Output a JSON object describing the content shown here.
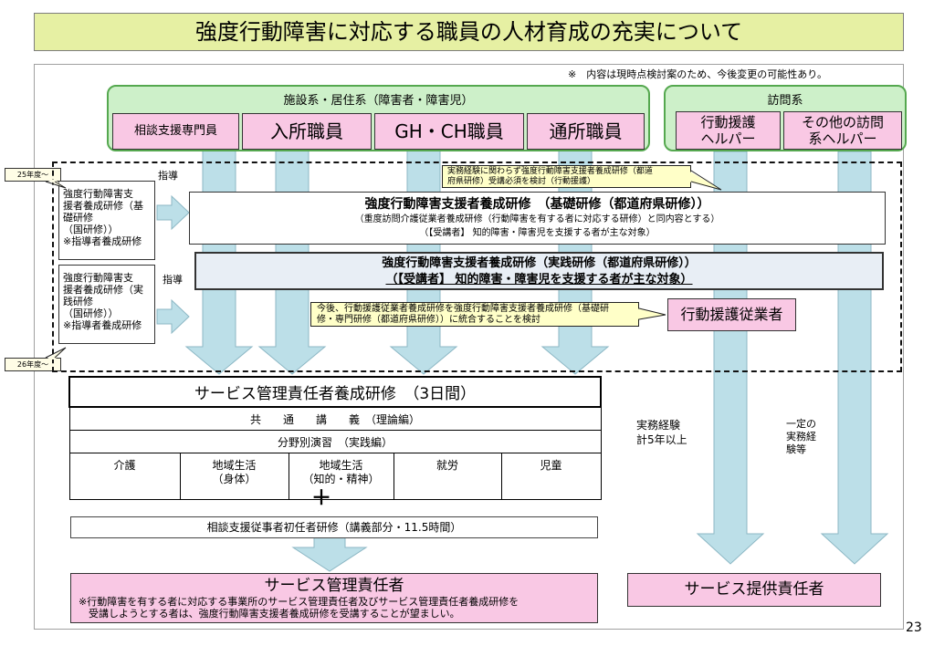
{
  "title": "強度行動障害に対応する職員の人材育成の充実について",
  "note": "※　内容は現時点検討案のため、今後変更の可能性あり。",
  "facility_group": {
    "label": "施設系・居住系（障害者・障害児）",
    "roles": [
      "相談支援専門員",
      "入所職員",
      "GH・CH職員",
      "通所職員"
    ]
  },
  "visiting_group": {
    "label": "訪問系",
    "roles": [
      "行動援護\nヘルパー",
      "その他の訪問\n系ヘルパー"
    ]
  },
  "national_training": {
    "basic": {
      "since": "25年度～",
      "text": "強度行動障害支\n援者養成研修（基\n礎研修\n（国研修））\n※指導者養成研修",
      "guidance": "指導"
    },
    "practical": {
      "since": "26年度～",
      "text": "強度行動障害支\n援者養成研修（実\n践研修\n（国研修））\n※指導者養成研修",
      "guidance": "指導"
    }
  },
  "callouts": {
    "experience_requirement": "実務経験に関わらず強度行動障害支援者養成研修（都道\n府県研修）受講必須を検討（行動援護）",
    "integration_plan": "今後、行動援護従業者養成研修を強度行動障害支援者養成研修（基礎研\n修・専門研修（都道府県研修））に統合することを検討"
  },
  "prefectural_basic": {
    "title": "強度行動障害支援者養成研修　（基礎研修（都道府県研修））",
    "content_note": "（重度訪問介護従業者養成研修（行動障害を有する者に対応する研修）と同内容とする）",
    "target": "（【受講者】 知的障害・障害児を支援する者が主な対象）"
  },
  "prefectural_practical": {
    "title": "強度行動障害支援者養成研修（実践研修（都道府県研修））",
    "target": "（【受講者】 知的障害・障害児を支援する者が主な対象）"
  },
  "behavior_support_worker": "行動援護従業者",
  "sabikan_training": {
    "title": "サービス管理責任者養成研修　（3日間）",
    "common_lecture": "共　　通　　講　　義　（理論編）",
    "field_practice": "分野別演習　（実践編）",
    "fields": [
      "介護",
      "地域生活\n（身体）",
      "地域生活\n（知的・精神）",
      "就労",
      "児童"
    ]
  },
  "plus": "＋",
  "consultation_training": "相談支援従事者初任者研修（講義部分・11.5時間）",
  "service_manager": {
    "title": "サービス管理責任者",
    "note": "※行動障害を有する者に対応する事業所のサービス管理責任者及びサービス管理責任者養成研修を\n　受講しようとする者は、強度行動障害支援者養成研修を受講することが望ましい。"
  },
  "experience_5yr": "実務経験\n計5年以上",
  "experience_certain": "一定の\n実務経\n験等",
  "service_provider_manager": "サービス提供責任者",
  "page_number": "23",
  "colors": {
    "title_bg": "#e6f0a3",
    "group_fill": "#cdf0c9",
    "group_border": "#55a84f",
    "role_fill": "#f9c8e4",
    "arrow_fill": "#bcdfe8",
    "arrow_stroke": "#8cb7c4",
    "callout_fill": "#ffffc8",
    "since_fill": "#fffde6",
    "practical_fill": "#e8eef5"
  }
}
